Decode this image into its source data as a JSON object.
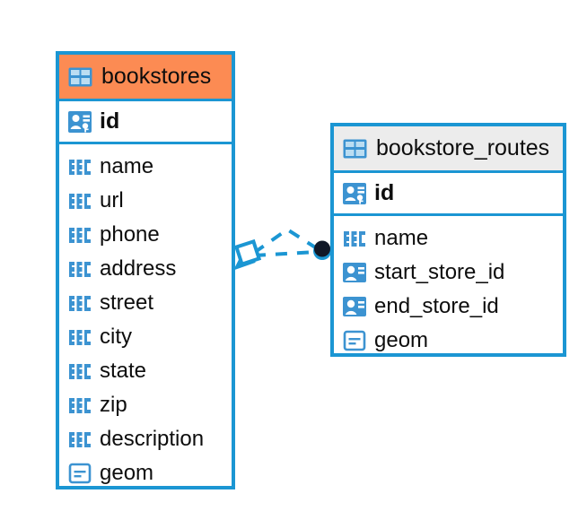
{
  "diagram": {
    "type": "entity-relationship-diagram",
    "colors": {
      "border_blue": "#1B96D3",
      "header_orange": "#FC8B53",
      "header_gray": "#ECECEC",
      "icon_blue": "#3C93D1",
      "connector_blue": "#1B96D3",
      "connector_endpoint_dark": "#111827",
      "background": "#FFFFFF",
      "text": "#0D0D0D"
    },
    "entities": [
      {
        "id": "bookstores",
        "name": "bookstores",
        "header_style": "orange",
        "header_icon": "table-grid-icon",
        "primary_key": {
          "name": "id",
          "icon": "primary-key-icon"
        },
        "fields": [
          {
            "name": "name",
            "icon": "abc-text-icon"
          },
          {
            "name": "url",
            "icon": "abc-text-icon"
          },
          {
            "name": "phone",
            "icon": "abc-text-icon"
          },
          {
            "name": "address",
            "icon": "abc-text-icon"
          },
          {
            "name": "street",
            "icon": "abc-text-icon"
          },
          {
            "name": "city",
            "icon": "abc-text-icon"
          },
          {
            "name": "state",
            "icon": "abc-text-icon"
          },
          {
            "name": "zip",
            "icon": "abc-text-icon"
          },
          {
            "name": "description",
            "icon": "abc-text-icon"
          },
          {
            "name": "geom",
            "icon": "geometry-icon"
          }
        ]
      },
      {
        "id": "bookstore_routes",
        "name": "bookstore_routes",
        "header_style": "gray",
        "header_icon": "table-grid-icon",
        "primary_key": {
          "name": "id",
          "icon": "primary-key-icon"
        },
        "fields": [
          {
            "name": "name",
            "icon": "abc-text-icon"
          },
          {
            "name": "start_store_id",
            "icon": "foreign-key-icon"
          },
          {
            "name": "end_store_id",
            "icon": "foreign-key-icon"
          },
          {
            "name": "geom",
            "icon": "geometry-icon"
          }
        ]
      }
    ],
    "relationship": {
      "style": "dashed",
      "source_entity": "bookstores",
      "target_entity": "bookstore_routes",
      "source_marker": "diamond-kite-marker",
      "target_marker": "filled-circle-marker"
    }
  }
}
